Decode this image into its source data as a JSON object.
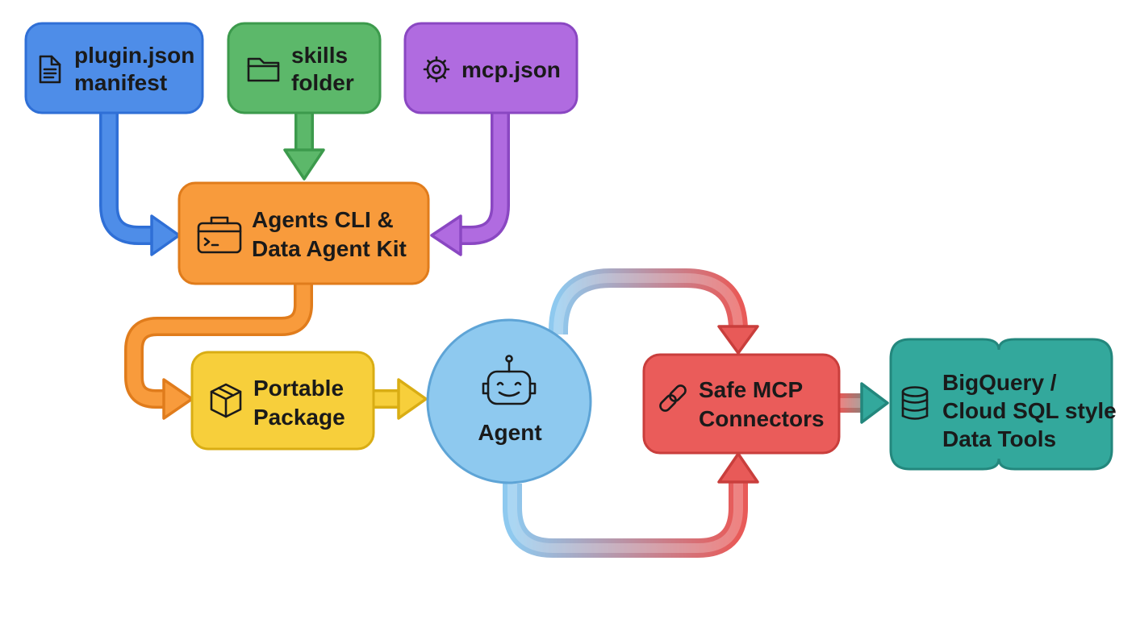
{
  "nodes": {
    "plugin": {
      "line1": "plugin.json",
      "line2": "manifest",
      "icon": "document-icon",
      "color": "#4e8de8"
    },
    "skills": {
      "line1": "skills",
      "line2": "folder",
      "icon": "folder-icon",
      "color": "#5cb86a"
    },
    "mcp": {
      "line1": "mcp.json",
      "icon": "gear-icon",
      "color": "#b06be0"
    },
    "cli": {
      "line1": "Agents CLI &",
      "line2": "Data Agent Kit",
      "icon": "toolbox-icon",
      "color": "#f89b3c"
    },
    "package": {
      "line1": "Portable",
      "line2": "Package",
      "icon": "package-icon",
      "color": "#f7cf3b"
    },
    "agent": {
      "line1": "Agent",
      "icon": "robot-icon",
      "color": "#8ec9ef"
    },
    "connectors": {
      "line1": "Safe MCP",
      "line2": "Connectors",
      "icon": "link-icon",
      "color": "#ea5c5a"
    },
    "tools": {
      "line1": "BigQuery /",
      "line2": "Cloud SQL style",
      "line3": "Data Tools",
      "icon": "database-icon",
      "color": "#33a89c"
    }
  }
}
